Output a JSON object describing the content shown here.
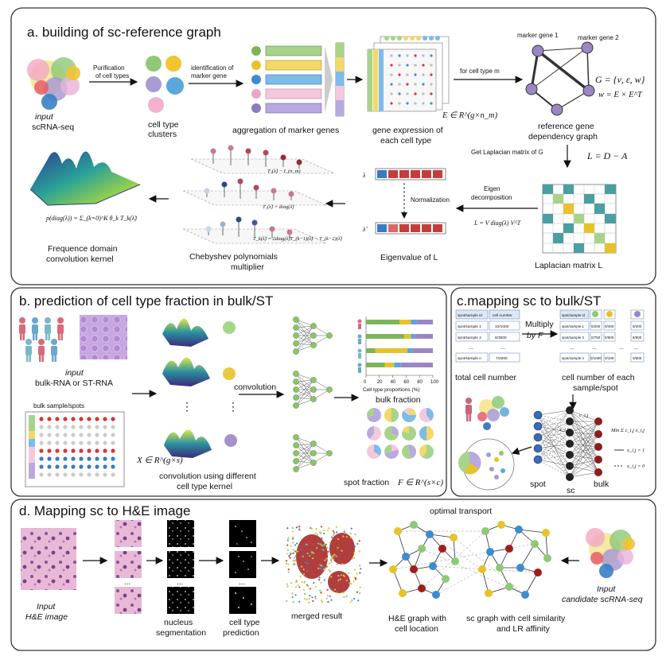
{
  "panel_a": {
    "title": "a. building of sc-reference graph",
    "input_prefix": "input",
    "input_label": "scRNA-seq",
    "purification": [
      "Purification",
      "of cell types"
    ],
    "cell_type_clusters": [
      "cell type",
      "clusters"
    ],
    "identification": [
      "identification of",
      "marker gene"
    ],
    "aggregation": "aggregation of marker genes",
    "gene_expression": [
      "gene expression of",
      "each cell type"
    ],
    "expr_formula": "E ∈ R^(g×n_m)",
    "for_cell_type": "for cell type m",
    "marker_gene_1": "marker gene 1",
    "marker_gene_2": "marker gene 2",
    "graph_formula_1": "G = {ν, ε, w}",
    "graph_formula_2": "w = E × E^T",
    "reference_graph": [
      "reference gene",
      "dependency graph"
    ],
    "laplacian_get": "Get Laplacian matrix of G",
    "laplacian_formula": "L = D − A",
    "eigen": [
      "Eigen",
      "decomposition"
    ],
    "eigen_formula": "L = V diag(λ) V^T",
    "laplacian_matrix": "Laplacian matrix L",
    "normalization": "Normalization",
    "lambda": "λ",
    "lambda_tilde": "λ̃",
    "eigenvalue": "Eigenvalue of  L",
    "cheb_1": "T₁(λ̃) − I_(n_m)",
    "cheb_2": "T₁(λ̃) = diag(λ̃)",
    "cheb_3": "T_k(λ̃) = 2diag(λ̃)T_(k−1)(λ̃) − T_(k−2)(λ̃)",
    "chebyshev": [
      "Chebyshev polynomials",
      "multiplier"
    ],
    "kernel_formula": "p(diag(λ)) = Σ_(k=0)^K θ_k T_k(λ̃)",
    "frequence": [
      "Frequence domain",
      "convolution kernel"
    ]
  },
  "panel_b": {
    "title": "b. prediction of cell type fraction in bulk/ST",
    "input_prefix": "input",
    "input_label": "bulk-RNA   or  ST-RNA",
    "bulk_sample": "bulk sample/spots",
    "x_formula": "X ∈ R^(g×s)",
    "convolution": "convolution",
    "conv_diff": [
      "convolution using different",
      "cell type  kernel"
    ],
    "bulk_fraction": "bulk fraction",
    "spot_fraction": "spot fraction",
    "f_formula": "F ∈ R^(s×c)",
    "ellipsis": "⋮"
  },
  "panel_c": {
    "title": "c.mapping sc to bulk/ST",
    "table_headers": [
      "spot/sample id",
      "cell number"
    ],
    "table_rows": [
      [
        "spot/sample 1",
        "10/1000"
      ],
      [
        "spot/sample 2",
        "8/3000"
      ],
      [
        "...",
        "..."
      ],
      [
        "spot/sample n",
        "7/2000"
      ]
    ],
    "multiply": [
      "Multiply",
      "by  F"
    ],
    "table2_rows": [
      [
        "spot/sample 1",
        "0/200",
        "0/400",
        "9/200"
      ],
      [
        "spot/sample 2",
        "0/750",
        "0/500",
        "8/900"
      ],
      [
        "...",
        "...",
        "...",
        "..."
      ],
      [
        "spot/sample n",
        "0/1000",
        "0/100",
        "0/600"
      ]
    ],
    "table2_header": "spot/sample id",
    "total_cell": "total cell number",
    "cell_number_each": [
      "cell number of each",
      "sample/spot"
    ],
    "c_ij": "c_i,j",
    "x_ij": "x_i,j",
    "min_formula": "Min Σ c_i,j x_i,j",
    "x_one": "x_i,j = 1",
    "x_zero": "x_i,j = 0",
    "spot": "spot",
    "sc": "sc",
    "bulk": "bulk"
  },
  "panel_d": {
    "title": "d. Mapping sc to H&E image",
    "input_he": [
      "Input",
      "H&E image"
    ],
    "nucleus": [
      "nucleus",
      "segmentation"
    ],
    "cell_type_pred": [
      "cell type",
      "prediction"
    ],
    "merged": "merged result",
    "optimal_transport": "optimal transport",
    "he_graph": [
      "H&E graph with",
      "cell location"
    ],
    "sc_graph": [
      "sc graph with cell similarity",
      "and LR affinity"
    ],
    "input_candidate": [
      "Input",
      "candidate scRNA-seq"
    ],
    "ellipsis": "..."
  },
  "chart_data": {
    "type": "bar",
    "xlabel": "Cell type proportions (%)",
    "xlim": [
      0,
      100
    ],
    "ticks": [
      "0",
      "20",
      "40",
      "60",
      "80",
      "100"
    ],
    "rows": [
      [
        {
          "name": "green",
          "value": 50
        },
        {
          "name": "yellow",
          "value": 17
        },
        {
          "name": "blue",
          "value": 10
        },
        {
          "name": "purple",
          "value": 23
        }
      ],
      [
        {
          "name": "green",
          "value": 57
        },
        {
          "name": "yellow",
          "value": 10
        },
        {
          "name": "blue",
          "value": 6
        },
        {
          "name": "purple",
          "value": 27
        }
      ],
      [
        {
          "name": "green",
          "value": 14
        },
        {
          "name": "yellow",
          "value": 48
        },
        {
          "name": "blue",
          "value": 8
        },
        {
          "name": "purple",
          "value": 30
        }
      ],
      [
        {
          "name": "green",
          "value": 28
        },
        {
          "name": "yellow",
          "value": 14
        },
        {
          "name": "blue",
          "value": 10
        },
        {
          "name": "purple",
          "value": 48
        }
      ]
    ],
    "colors": {
      "green": "#7cb45c",
      "yellow": "#e8c22a",
      "blue": "#5aa7d8",
      "purple": "#9a86c6"
    }
  }
}
